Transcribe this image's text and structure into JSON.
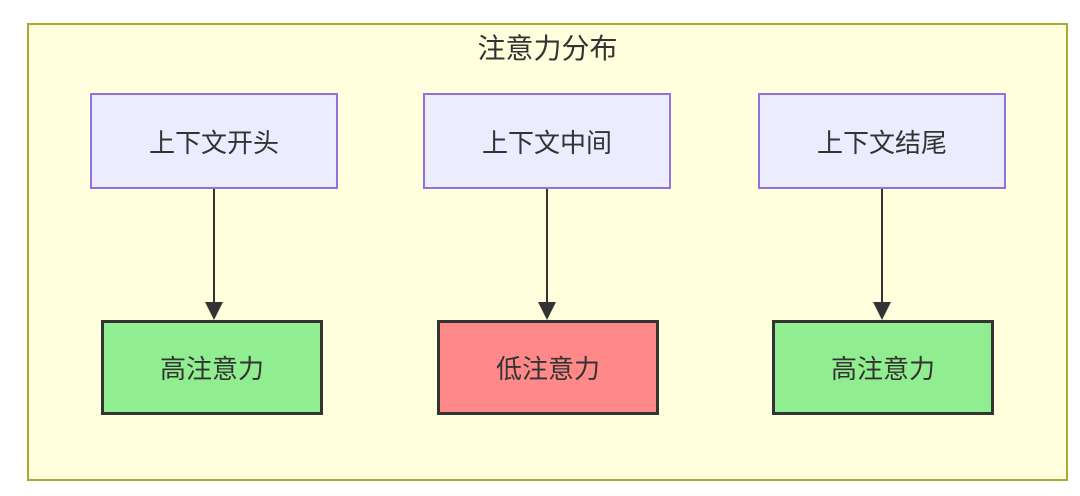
{
  "diagram": {
    "title": "注意力分布",
    "columns": [
      {
        "source": "上下文开头",
        "target": "高注意力",
        "level": "high"
      },
      {
        "source": "上下文中间",
        "target": "低注意力",
        "level": "low"
      },
      {
        "source": "上下文结尾",
        "target": "高注意力",
        "level": "high"
      }
    ],
    "colors": {
      "container_fill": "#ffffde",
      "container_border": "#aaaa33",
      "source_fill": "#ececff",
      "source_border": "#9370db",
      "high_fill": "#90ee90",
      "low_fill": "#ff8888",
      "target_border": "#333333",
      "arrow": "#333333",
      "text": "#333333"
    }
  }
}
